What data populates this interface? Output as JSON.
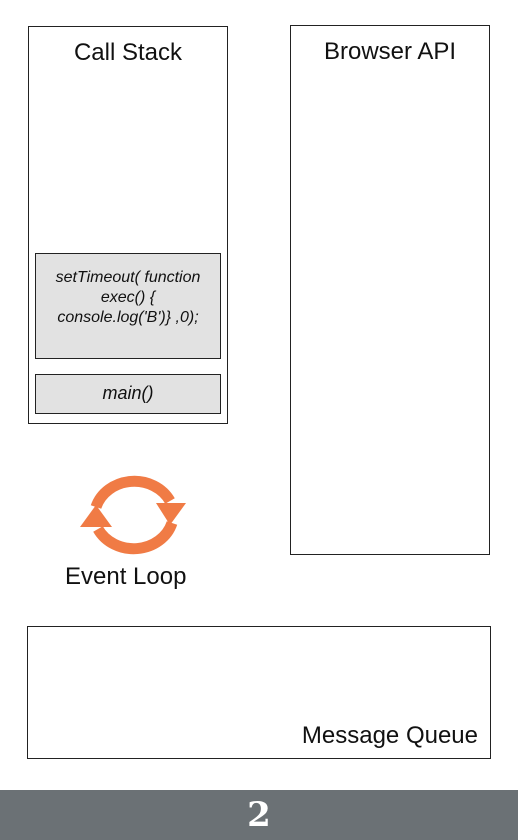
{
  "call_stack": {
    "title": "Call Stack",
    "frames": [
      {
        "lines": [
          "setTimeout( function",
          "exec() {",
          "console.log('B')} ,0);"
        ]
      },
      {
        "label": "main()"
      }
    ]
  },
  "browser_api": {
    "title": "Browser API"
  },
  "event_loop": {
    "label": "Event Loop",
    "icon": "circular-arrows-icon",
    "color": "#f07b45"
  },
  "message_queue": {
    "title": "Message Queue"
  },
  "footer": {
    "step_number": "2",
    "color": "#6b7175"
  }
}
